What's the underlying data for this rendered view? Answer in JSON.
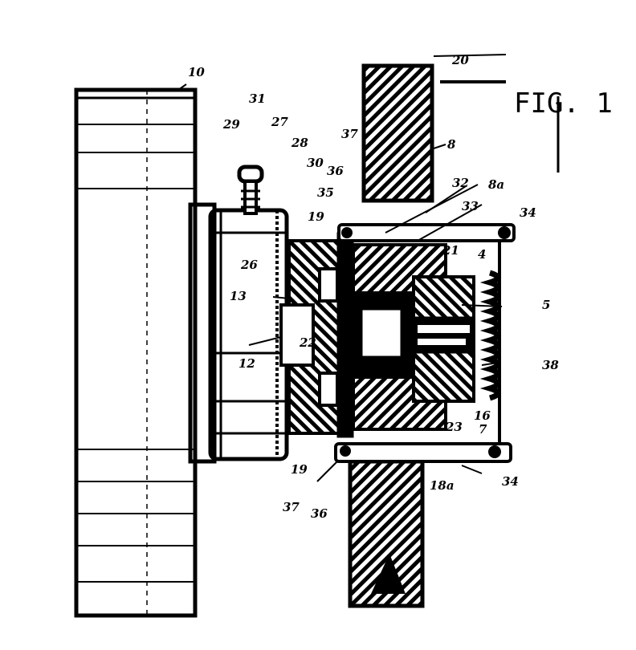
{
  "figure": {
    "title": "FIG. 1"
  },
  "labels": {
    "l10": "10",
    "l31": "31",
    "l29": "29",
    "l27": "27",
    "l28": "28",
    "l30": "30",
    "l36a": "36",
    "l37a": "37",
    "l20": "20",
    "l8": "8",
    "l32": "32",
    "l8a": "8a",
    "l33": "33",
    "l34a": "34",
    "l21": "21",
    "l4": "4",
    "l35": "35",
    "l26": "26",
    "l13": "13",
    "l12": "12",
    "l22": "22",
    "l5": "5",
    "l38": "38",
    "l16": "16",
    "l23": "23",
    "l7": "7",
    "l19": "19",
    "l37b": "37",
    "l36b": "36",
    "l34b": "34",
    "l18a": "18a",
    "l19t": "19"
  },
  "colors": {
    "ink": "#000000",
    "paper": "#ffffff"
  }
}
